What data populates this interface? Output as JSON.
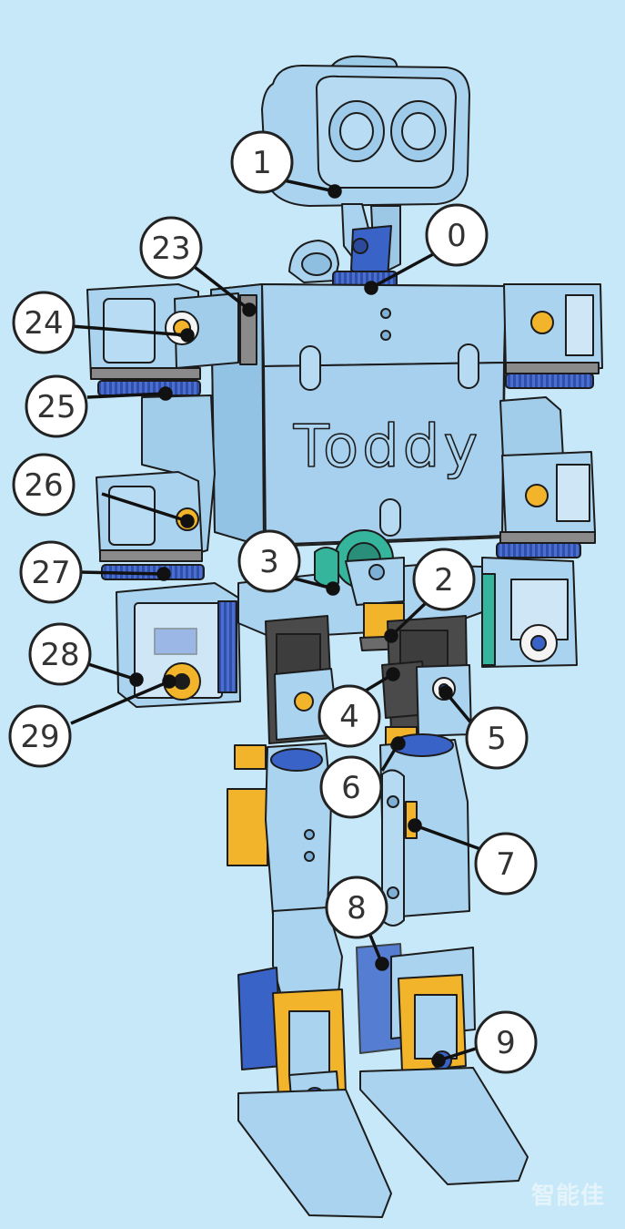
{
  "figure": {
    "body_text": "Toddy",
    "watermark": "智能佳"
  },
  "labels": {
    "l0": "0",
    "l1": "1",
    "l2": "2",
    "l3": "3",
    "l4": "4",
    "l5": "5",
    "l6": "6",
    "l7": "7",
    "l8": "8",
    "l9": "9",
    "l23": "23",
    "l24": "24",
    "l25": "25",
    "l26": "26",
    "l27": "27",
    "l28": "28",
    "l29": "29"
  },
  "colors": {
    "background": "#c6e8f8",
    "body": "#a9d3ef",
    "outline": "#1c1c1c",
    "servo_gold": "#f2b42a",
    "servo_dark": "#3d3d3d",
    "horn_blue": "#3a63c8",
    "gear_teal": "#35b59c"
  }
}
